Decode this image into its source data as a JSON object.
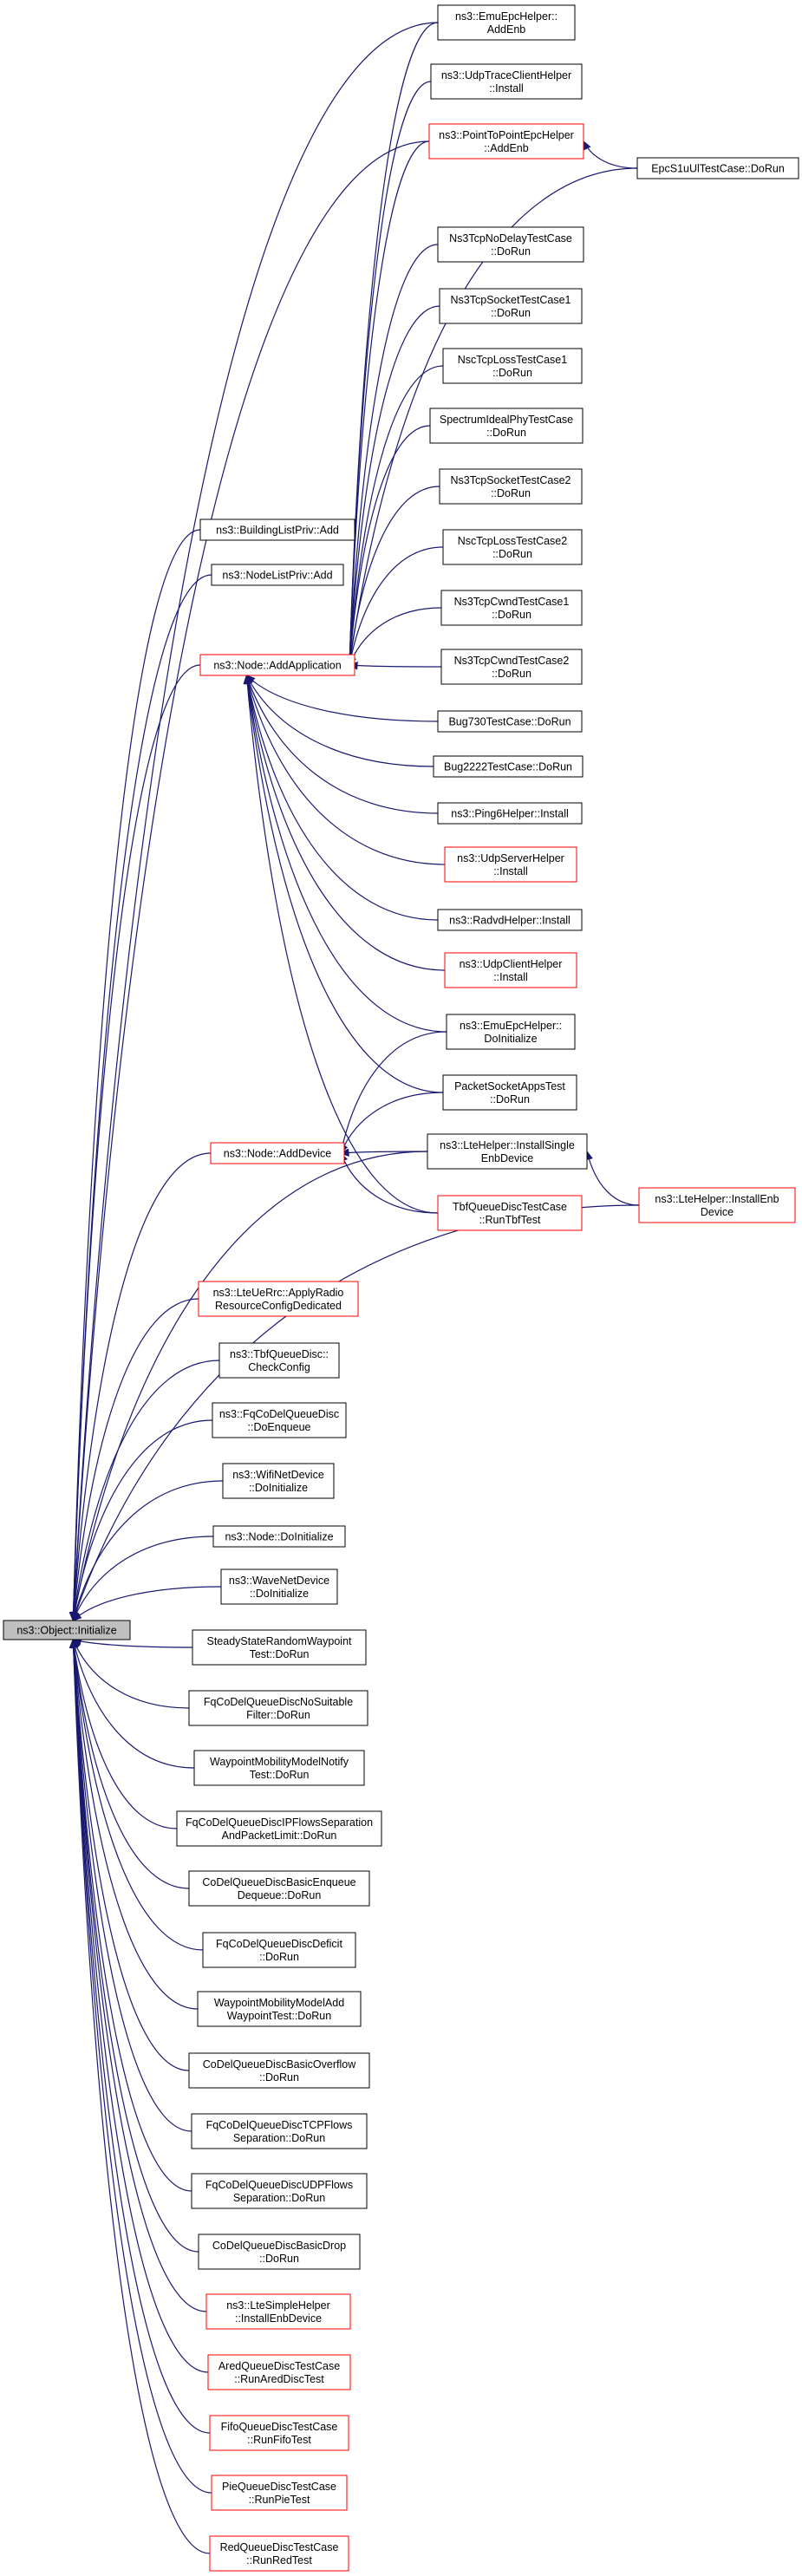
{
  "graph": {
    "nodes": [
      {
        "id": "root",
        "lines": [
          "ns3::Object::Initialize"
        ],
        "style": "root"
      },
      {
        "id": "emuAddEnb",
        "lines": [
          "ns3::EmuEpcHelper::",
          "AddEnb"
        ],
        "style": "black"
      },
      {
        "id": "udpTrace",
        "lines": [
          "ns3::UdpTraceClientHelper",
          "::Install"
        ],
        "style": "black"
      },
      {
        "id": "p2pAddEnb",
        "lines": [
          "ns3::PointToPointEpcHelper",
          "::AddEnb"
        ],
        "style": "red"
      },
      {
        "id": "epcS1u",
        "lines": [
          "EpcS1uUlTestCase::DoRun"
        ],
        "style": "black"
      },
      {
        "id": "ns3TcpNoDelay",
        "lines": [
          "Ns3TcpNoDelayTestCase",
          "::DoRun"
        ],
        "style": "black"
      },
      {
        "id": "ns3TcpSocket1",
        "lines": [
          "Ns3TcpSocketTestCase1",
          "::DoRun"
        ],
        "style": "black"
      },
      {
        "id": "nscTcpLoss1",
        "lines": [
          "NscTcpLossTestCase1",
          "::DoRun"
        ],
        "style": "black"
      },
      {
        "id": "spectrumIdeal",
        "lines": [
          "SpectrumIdealPhyTestCase",
          "::DoRun"
        ],
        "style": "black"
      },
      {
        "id": "ns3TcpSocket2",
        "lines": [
          "Ns3TcpSocketTestCase2",
          "::DoRun"
        ],
        "style": "black"
      },
      {
        "id": "nscTcpLoss2",
        "lines": [
          "NscTcpLossTestCase2",
          "::DoRun"
        ],
        "style": "black"
      },
      {
        "id": "ns3TcpCwnd1",
        "lines": [
          "Ns3TcpCwndTestCase1",
          "::DoRun"
        ],
        "style": "black"
      },
      {
        "id": "ns3TcpCwnd2",
        "lines": [
          "Ns3TcpCwndTestCase2",
          "::DoRun"
        ],
        "style": "black"
      },
      {
        "id": "bug730",
        "lines": [
          "Bug730TestCase::DoRun"
        ],
        "style": "black"
      },
      {
        "id": "bug2222",
        "lines": [
          "Bug2222TestCase::DoRun"
        ],
        "style": "black"
      },
      {
        "id": "ping6",
        "lines": [
          "ns3::Ping6Helper::Install"
        ],
        "style": "black"
      },
      {
        "id": "udpServer",
        "lines": [
          "ns3::UdpServerHelper",
          "::Install"
        ],
        "style": "red"
      },
      {
        "id": "radvd",
        "lines": [
          "ns3::RadvdHelper::Install"
        ],
        "style": "black"
      },
      {
        "id": "udpClient",
        "lines": [
          "ns3::UdpClientHelper",
          "::Install"
        ],
        "style": "red"
      },
      {
        "id": "emuDoInit",
        "lines": [
          "ns3::EmuEpcHelper::",
          "DoInitialize"
        ],
        "style": "black"
      },
      {
        "id": "packetSocket",
        "lines": [
          "PacketSocketAppsTest",
          "::DoRun"
        ],
        "style": "black"
      },
      {
        "id": "lteInstallSingle",
        "lines": [
          "ns3::LteHelper::InstallSingle",
          "EnbDevice"
        ],
        "style": "black"
      },
      {
        "id": "tbfRun",
        "lines": [
          "TbfQueueDiscTestCase",
          "::RunTbfTest"
        ],
        "style": "red"
      },
      {
        "id": "lteInstallEnb",
        "lines": [
          "ns3::LteHelper::InstallEnb",
          "Device"
        ],
        "style": "red"
      },
      {
        "id": "buildingList",
        "lines": [
          "ns3::BuildingListPriv::Add"
        ],
        "style": "black"
      },
      {
        "id": "nodeList",
        "lines": [
          "ns3::NodeListPriv::Add"
        ],
        "style": "black"
      },
      {
        "id": "addApp",
        "lines": [
          "ns3::Node::AddApplication"
        ],
        "style": "red"
      },
      {
        "id": "addDevice",
        "lines": [
          "ns3::Node::AddDevice"
        ],
        "style": "red"
      },
      {
        "id": "lteUeRrc",
        "lines": [
          "ns3::LteUeRrc::ApplyRadio",
          "ResourceConfigDedicated"
        ],
        "style": "red"
      },
      {
        "id": "tbfCheck",
        "lines": [
          "ns3::TbfQueueDisc::",
          "CheckConfig"
        ],
        "style": "black"
      },
      {
        "id": "fqEnqueue",
        "lines": [
          "ns3::FqCoDelQueueDisc",
          "::DoEnqueue"
        ],
        "style": "black"
      },
      {
        "id": "wifiInit",
        "lines": [
          "ns3::WifiNetDevice",
          "::DoInitialize"
        ],
        "style": "black"
      },
      {
        "id": "nodeInit",
        "lines": [
          "ns3::Node::DoInitialize"
        ],
        "style": "black"
      },
      {
        "id": "waveInit",
        "lines": [
          "ns3::WaveNetDevice",
          "::DoInitialize"
        ],
        "style": "black"
      },
      {
        "id": "steadyState",
        "lines": [
          "SteadyStateRandomWaypoint",
          "Test::DoRun"
        ],
        "style": "black"
      },
      {
        "id": "fqNoSuitable",
        "lines": [
          "FqCoDelQueueDiscNoSuitable",
          "Filter::DoRun"
        ],
        "style": "black"
      },
      {
        "id": "waypointNotify",
        "lines": [
          "WaypointMobilityModelNotify",
          "Test::DoRun"
        ],
        "style": "black"
      },
      {
        "id": "fqIPFlows",
        "lines": [
          "FqCoDelQueueDiscIPFlowsSeparation",
          "AndPacketLimit::DoRun"
        ],
        "style": "black"
      },
      {
        "id": "codelBasicEnq",
        "lines": [
          "CoDelQueueDiscBasicEnqueue",
          "Dequeue::DoRun"
        ],
        "style": "black"
      },
      {
        "id": "fqDeficit",
        "lines": [
          "FqCoDelQueueDiscDeficit",
          "::DoRun"
        ],
        "style": "black"
      },
      {
        "id": "waypointAdd",
        "lines": [
          "WaypointMobilityModelAdd",
          "WaypointTest::DoRun"
        ],
        "style": "black"
      },
      {
        "id": "codelOverflow",
        "lines": [
          "CoDelQueueDiscBasicOverflow",
          "::DoRun"
        ],
        "style": "black"
      },
      {
        "id": "fqTCP",
        "lines": [
          "FqCoDelQueueDiscTCPFlows",
          "Separation::DoRun"
        ],
        "style": "black"
      },
      {
        "id": "fqUDP",
        "lines": [
          "FqCoDelQueueDiscUDPFlows",
          "Separation::DoRun"
        ],
        "style": "black"
      },
      {
        "id": "codelDrop",
        "lines": [
          "CoDelQueueDiscBasicDrop",
          "::DoRun"
        ],
        "style": "black"
      },
      {
        "id": "lteSimple",
        "lines": [
          "ns3::LteSimpleHelper",
          "::InstallEnbDevice"
        ],
        "style": "red"
      },
      {
        "id": "ared",
        "lines": [
          "AredQueueDiscTestCase",
          "::RunAredDiscTest"
        ],
        "style": "red"
      },
      {
        "id": "fifo",
        "lines": [
          "FifoQueueDiscTestCase",
          "::RunFifoTest"
        ],
        "style": "red"
      },
      {
        "id": "pie",
        "lines": [
          "PieQueueDiscTestCase",
          "::RunPieTest"
        ],
        "style": "red"
      },
      {
        "id": "red",
        "lines": [
          "RedQueueDiscTestCase",
          "::RunRedTest"
        ],
        "style": "red"
      }
    ],
    "edges": [
      [
        "buildingList",
        "root"
      ],
      [
        "nodeList",
        "root"
      ],
      [
        "addApp",
        "root"
      ],
      [
        "addDevice",
        "root"
      ],
      [
        "lteUeRrc",
        "root"
      ],
      [
        "tbfCheck",
        "root"
      ],
      [
        "fqEnqueue",
        "root"
      ],
      [
        "wifiInit",
        "root"
      ],
      [
        "nodeInit",
        "root"
      ],
      [
        "waveInit",
        "root"
      ],
      [
        "steadyState",
        "root"
      ],
      [
        "fqNoSuitable",
        "root"
      ],
      [
        "waypointNotify",
        "root"
      ],
      [
        "fqIPFlows",
        "root"
      ],
      [
        "codelBasicEnq",
        "root"
      ],
      [
        "fqDeficit",
        "root"
      ],
      [
        "waypointAdd",
        "root"
      ],
      [
        "codelOverflow",
        "root"
      ],
      [
        "fqTCP",
        "root"
      ],
      [
        "fqUDP",
        "root"
      ],
      [
        "codelDrop",
        "root"
      ],
      [
        "lteSimple",
        "root"
      ],
      [
        "ared",
        "root"
      ],
      [
        "fifo",
        "root"
      ],
      [
        "pie",
        "root"
      ],
      [
        "red",
        "root"
      ],
      [
        "emuAddEnb",
        "root"
      ],
      [
        "p2pAddEnb",
        "root"
      ],
      [
        "lteInstallSingle",
        "root"
      ],
      [
        "lteInstallEnb",
        "root"
      ],
      [
        "emuAddEnb",
        "addApp"
      ],
      [
        "udpTrace",
        "addApp"
      ],
      [
        "p2pAddEnb",
        "addApp"
      ],
      [
        "epcS1u",
        "addApp"
      ],
      [
        "ns3TcpNoDelay",
        "addApp"
      ],
      [
        "ns3TcpSocket1",
        "addApp"
      ],
      [
        "nscTcpLoss1",
        "addApp"
      ],
      [
        "spectrumIdeal",
        "addApp"
      ],
      [
        "ns3TcpSocket2",
        "addApp"
      ],
      [
        "nscTcpLoss2",
        "addApp"
      ],
      [
        "ns3TcpCwnd1",
        "addApp"
      ],
      [
        "ns3TcpCwnd2",
        "addApp"
      ],
      [
        "bug730",
        "addApp"
      ],
      [
        "bug2222",
        "addApp"
      ],
      [
        "ping6",
        "addApp"
      ],
      [
        "udpServer",
        "addApp"
      ],
      [
        "radvd",
        "addApp"
      ],
      [
        "udpClient",
        "addApp"
      ],
      [
        "emuDoInit",
        "addApp"
      ],
      [
        "packetSocket",
        "addApp"
      ],
      [
        "tbfRun",
        "addApp"
      ],
      [
        "emuDoInit",
        "addDevice"
      ],
      [
        "packetSocket",
        "addDevice"
      ],
      [
        "lteInstallSingle",
        "addDevice"
      ],
      [
        "tbfRun",
        "addDevice"
      ],
      [
        "epcS1u",
        "p2pAddEnb"
      ],
      [
        "lteInstallEnb",
        "lteInstallSingle"
      ]
    ]
  }
}
